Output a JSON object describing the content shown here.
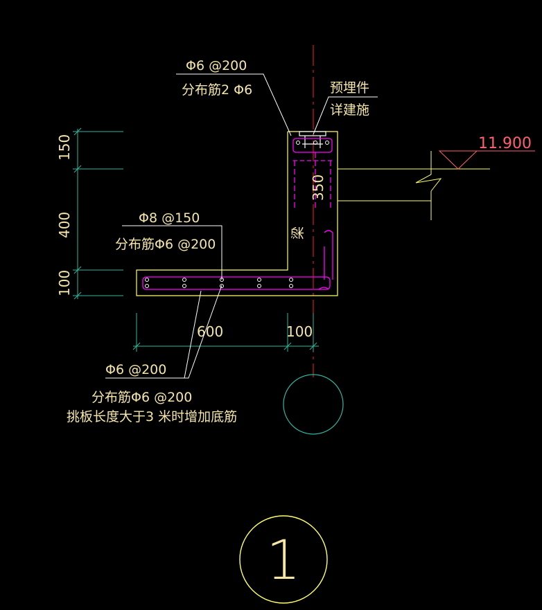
{
  "drawing": {
    "top_note": {
      "line1": "Φ6 @200",
      "line2": "分布筋2 Φ6"
    },
    "embed_note": {
      "line1": "预埋件",
      "line2": "详建施"
    },
    "elevation": "11.900",
    "beam_depth": "350",
    "beam_label": "梁",
    "mid_note": {
      "line1": "Φ8 @150",
      "line2": "分布筋Φ6 @200"
    },
    "bottom_note": {
      "line1": "Φ6 @200",
      "line2": "分布筋Φ6 @200",
      "line3": "挑板长度大于3 米时增加底筋"
    },
    "left_dims": [
      "150",
      "400",
      "100"
    ],
    "bottom_dims": [
      "600",
      "100"
    ],
    "detail_number": "1",
    "colors": {
      "background": "#000000",
      "outline": "#ffff66",
      "rebar": "#ff00ff",
      "dimension": "#2fb8a0",
      "axis": "#ff2020",
      "text": "#f5e6a8",
      "elevation_text": "#ff6070",
      "leader": "#ffffff"
    }
  }
}
